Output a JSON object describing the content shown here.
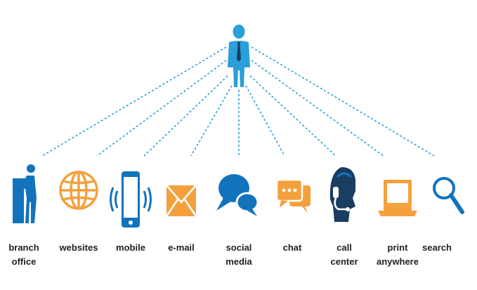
{
  "colors": {
    "primary_blue": "#1273bd",
    "light_blue": "#2a9fd8",
    "orange": "#f4a03c",
    "dark_navy": "#1a3d62",
    "label_text": "#1f1f1f"
  },
  "hub": {
    "icon": "person-icon"
  },
  "channels": [
    {
      "id": "branch-office",
      "label": "branch\noffice",
      "icon": "atm-person-icon",
      "color": "#1273bd"
    },
    {
      "id": "websites",
      "label": "websites",
      "icon": "globe-icon",
      "color": "#f4a03c"
    },
    {
      "id": "mobile",
      "label": "mobile",
      "icon": "smartphone-icon",
      "color": "#1273bd"
    },
    {
      "id": "e-mail",
      "label": "e-mail",
      "icon": "envelope-icon",
      "color": "#f4a03c"
    },
    {
      "id": "social-media",
      "label": "social\nmedia",
      "icon": "speech-bubbles-icon",
      "color": "#1273bd"
    },
    {
      "id": "chat",
      "label": "chat",
      "icon": "chat-bubbles-icon",
      "color": "#f4a03c"
    },
    {
      "id": "call-center",
      "label": "call\ncenter",
      "icon": "headset-agent-icon",
      "color": "#1273bd"
    },
    {
      "id": "print-anywhere",
      "label": "print\nanywhere",
      "icon": "laptop-icon",
      "color": "#f4a03c"
    },
    {
      "id": "search",
      "label": "search",
      "icon": "magnifier-icon",
      "color": "#1273bd"
    }
  ]
}
